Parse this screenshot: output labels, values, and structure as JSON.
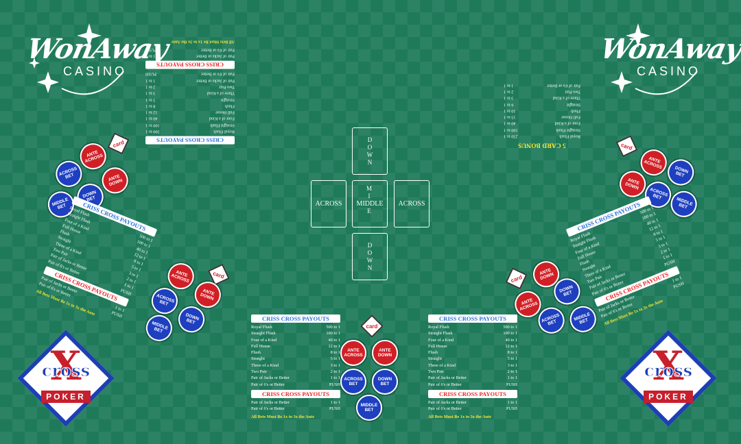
{
  "brand": {
    "won_away": "WonAway",
    "casino": "CASINO",
    "cross": "cross",
    "x": "X",
    "poker": "POKER"
  },
  "cross_layout": {
    "down": "DOWN",
    "across": "ACROSS",
    "middle": "MIDDLE",
    "mile": "MILE"
  },
  "spots": {
    "ante_across": "ANTE ACROSS",
    "ante_down": "ANTE DOWN",
    "across_bet": "ACROSS BET",
    "down_bet": "DOWN BET",
    "middle_bet": "MIDDLE BET",
    "card": "card"
  },
  "criss_cross": {
    "title": "CRISS CROSS PAYOUTS",
    "rows": [
      {
        "hand": "Royal Flush",
        "pay": "500 to 1"
      },
      {
        "hand": "Straight Flush",
        "pay": "100 to 1"
      },
      {
        "hand": "Four of a Kind",
        "pay": "40 to 1"
      },
      {
        "hand": "Full House",
        "pay": "12 to 1"
      },
      {
        "hand": "Flush",
        "pay": "8 to 1"
      },
      {
        "hand": "Straight",
        "pay": "5 to 1"
      },
      {
        "hand": "Three of a Kind",
        "pay": "3 to 1"
      },
      {
        "hand": "Two Pair",
        "pay": "2 to 1"
      },
      {
        "hand": "Pair of Jacks or Better",
        "pay": "1 to 1"
      },
      {
        "hand": "Pair of 6's or Better",
        "pay": "PUSH"
      }
    ]
  },
  "criss_cross_2": {
    "title": "CRISS CROSS PAYOUTS",
    "rows": [
      {
        "hand": "Pair of Jacks or Better",
        "pay": "1 to 1"
      },
      {
        "hand": "Pair of 6's or Better",
        "pay": "PUSH"
      }
    ],
    "note": "All Bets Must Be 1x to 3x the Ante"
  },
  "bonus": {
    "title": "5 CARD BONUS",
    "rows": [
      {
        "hand": "Royal Flush",
        "pay": "250 to 1"
      },
      {
        "hand": "Straight Flush",
        "pay": "100 to 1"
      },
      {
        "hand": "Four of a Kind",
        "pay": "40 to 1"
      },
      {
        "hand": "Full House",
        "pay": "15 to 1"
      },
      {
        "hand": "Flush",
        "pay": "10 to 1"
      },
      {
        "hand": "Straight",
        "pay": "6 to 1"
      },
      {
        "hand": "Three of a Kind",
        "pay": "3 to 1"
      },
      {
        "hand": "Two Pair",
        "pay": "2 to 1"
      },
      {
        "hand": "Pair of 6's or Better",
        "pay": "1 to 1"
      }
    ]
  },
  "colors": {
    "felt": "#1f7a5a",
    "chip_red": "#d11f26",
    "chip_blue": "#1e3fbf",
    "note_yellow": "#f7e634"
  }
}
